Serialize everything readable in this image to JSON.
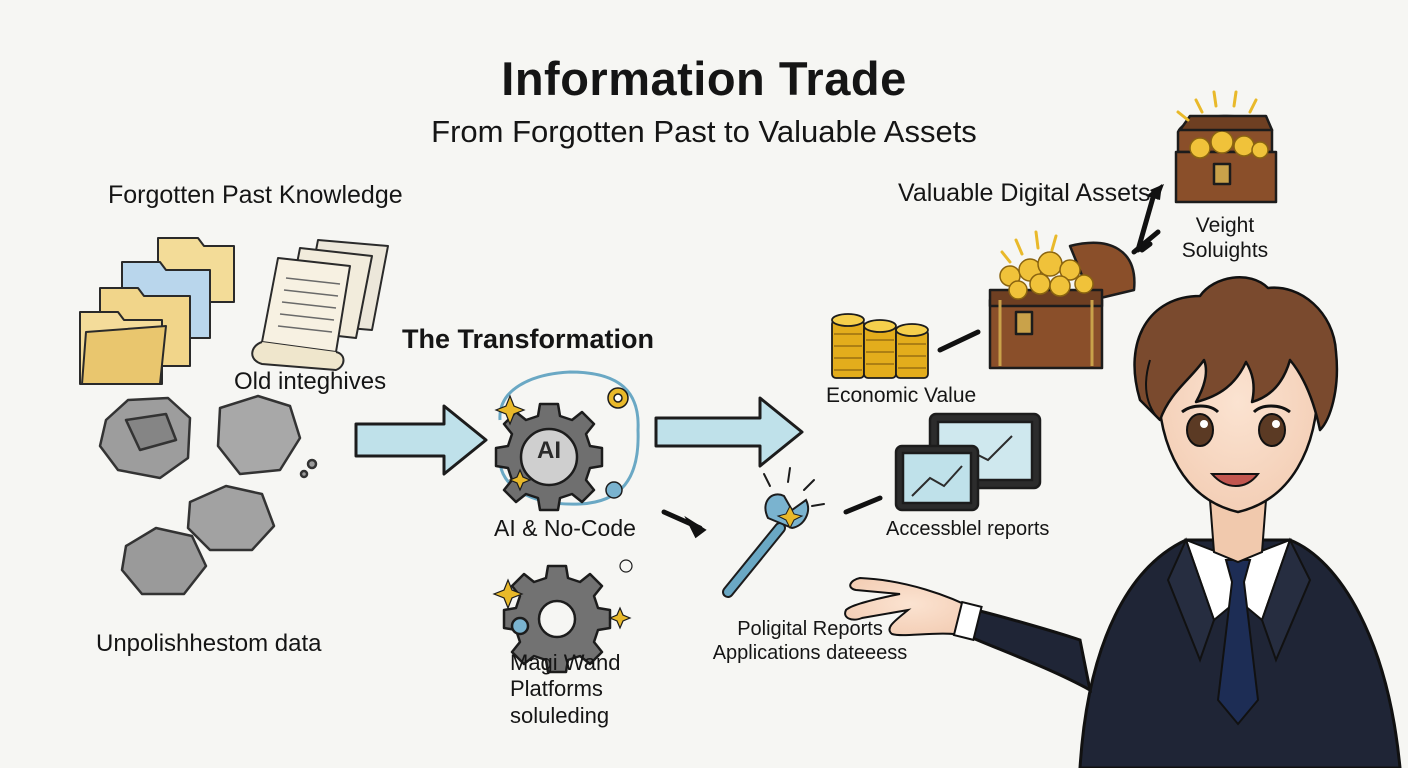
{
  "header": {
    "title": "Information Trade",
    "subtitle": "From Forgotten Past to Valuable Assets"
  },
  "left": {
    "heading": "Forgotten Past Knowledge",
    "archives_label": "Old integhives",
    "raw_label": "Unpolishhestom data"
  },
  "center": {
    "heading": "The Transformation",
    "gear_text": "AI",
    "ai_label": "AI & No-Code",
    "wand_label": "Magi Wand Platforms soluleding"
  },
  "right": {
    "heading": "Valuable Digital Assets",
    "economic_label": "Economic Value",
    "reports_label": "Accessblel reports",
    "chest_label": "Veight Soluights",
    "digital_label": "Poligital Reports Applications dateeess"
  },
  "colors": {
    "arrow_fill": "#bfe1ea",
    "gold": "#e9b92a",
    "wood": "#8a4f2a",
    "stone": "#a5a5a5",
    "folder": "#f1d58a",
    "suit": "#1f2536",
    "tie": "#1d2d55",
    "hair": "#7a4a2e"
  }
}
